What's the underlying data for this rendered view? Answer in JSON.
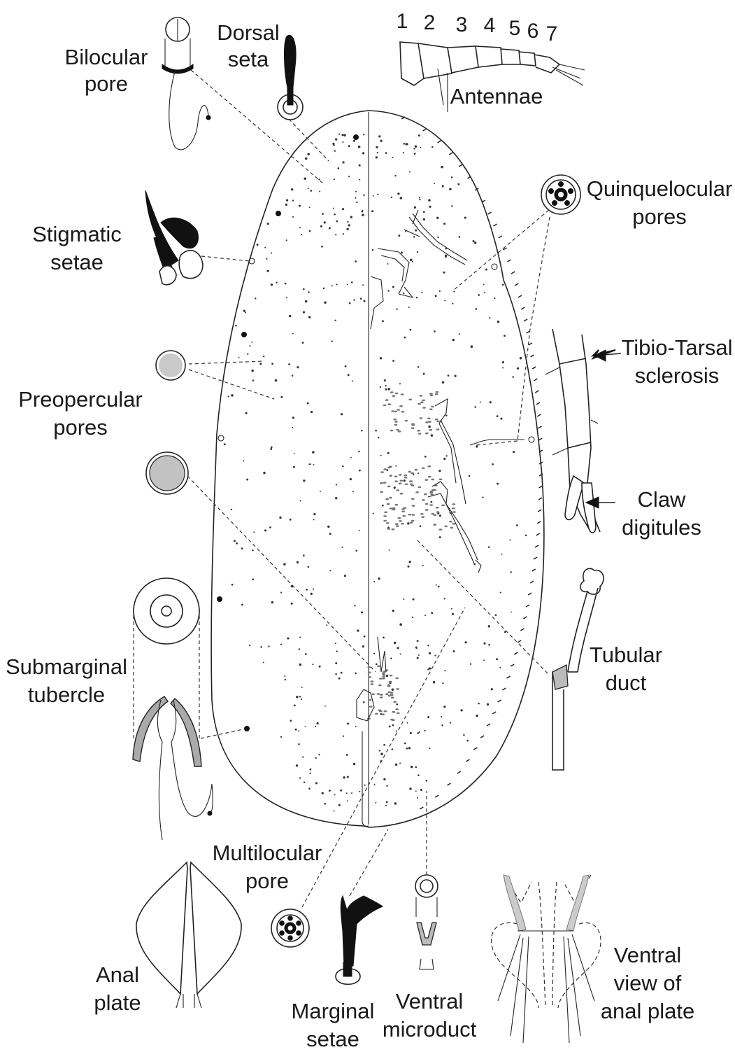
{
  "labels": {
    "bilocular_pore": [
      "Bilocular",
      "pore"
    ],
    "dorsal_seta": [
      "Dorsal",
      "seta"
    ],
    "antennae": "Antennae",
    "antenna_segments": [
      "1",
      "2",
      "3",
      "4",
      "5",
      "6",
      "7"
    ],
    "quinquelocular_pores": [
      "Quinquelocular",
      "pores"
    ],
    "stigmatic_setae": [
      "Stigmatic",
      "setae"
    ],
    "tibio_tarsal_sclerosis": [
      "Tibio-Tarsal",
      "sclerosis"
    ],
    "preopercular_pores": [
      "Preopercular",
      "pores"
    ],
    "claw_digitules": [
      "Claw",
      "digitules"
    ],
    "submarginal_tubercle": [
      "Submarginal",
      "tubercle"
    ],
    "tubular_duct": [
      "Tubular",
      "duct"
    ],
    "multilocular_pore": [
      "Multilocular",
      "pore"
    ],
    "anal_plate": [
      "Anal",
      "plate"
    ],
    "marginal_setae": [
      "Marginal",
      "setae"
    ],
    "ventral_microduct": [
      "Ventral",
      "microduct"
    ],
    "ventral_view_anal_plate": [
      "Ventral",
      "view of",
      "anal plate"
    ]
  }
}
